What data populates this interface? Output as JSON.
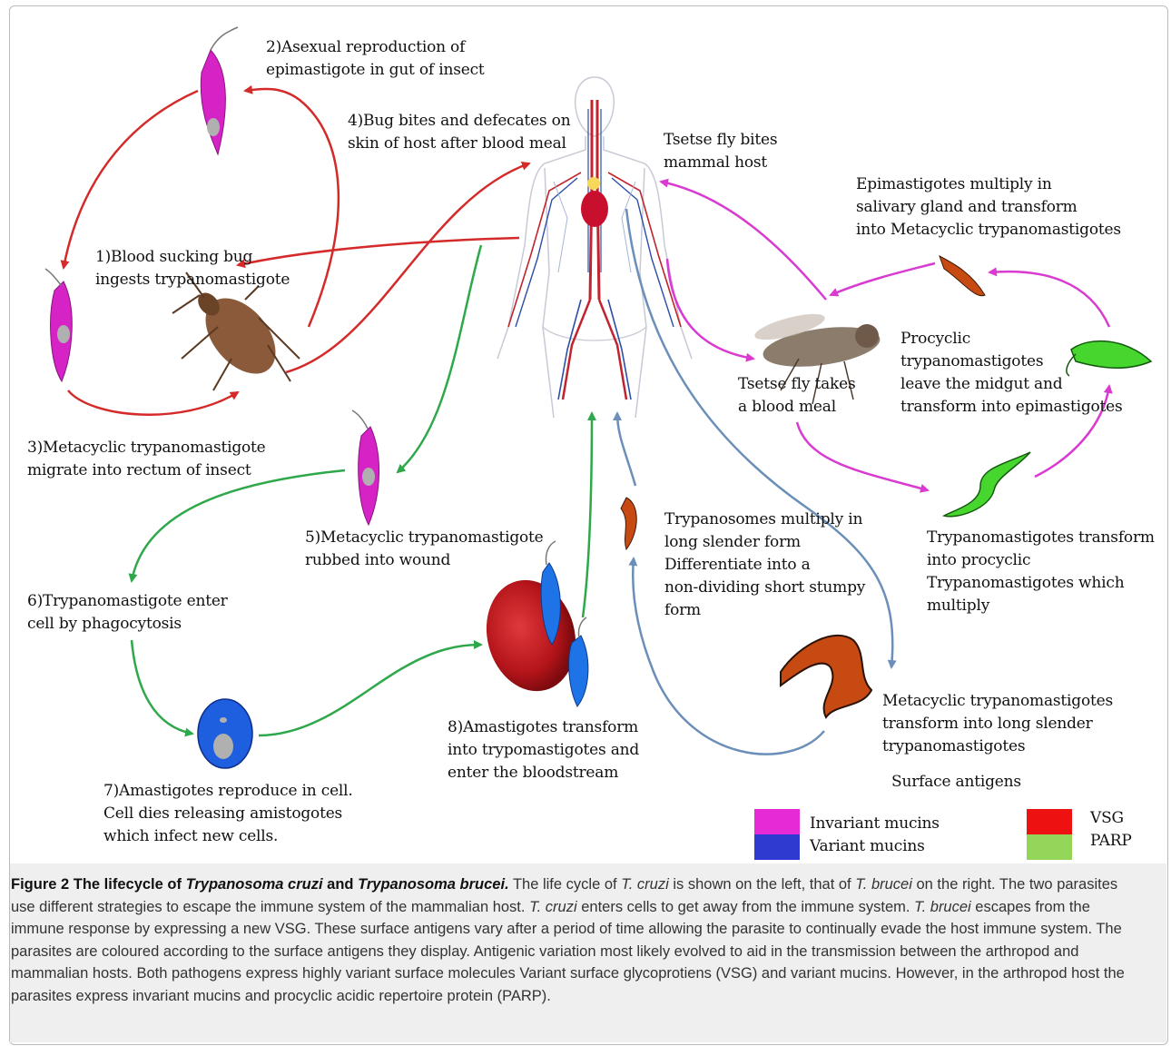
{
  "labels": {
    "step2": "2)Asexual reproduction of\nepimastigote in gut of insect",
    "step4": "4)Bug bites and defecates on\nskin of host after blood meal",
    "step1": "1)Blood sucking bug\ningests trypanomastigote",
    "step3": "3)Metacyclic trypanomastigote\nmigrate into rectum of insect",
    "step5": "5)Metacyclic trypanomastigote\nrubbed into wound",
    "step6": "6)Trypanomastigote enter\ncell by phagocytosis",
    "step7": "7)Amastigotes reproduce in cell.\nCell dies releasing amistogotes\nwhich infect new cells.",
    "step8": "8)Amastigotes transform\ninto trypomastigotes and\nenter the bloodstream",
    "tsetse_bites": "Tsetse fly bites\nmammal host",
    "epimastigotes_multiply": "Epimastigotes multiply in\nsalivary gland and transform\ninto Metacyclic trypanomastigotes",
    "procyclic_leave": "Procyclic\ntrypanomastigotes\n leave the midgut and\ntransform into epimastigotes",
    "tsetse_meal": "Tsetse fly takes\n a blood meal",
    "trypanosomes_multiply": "Trypanosomes multiply in\nlong slender form\nDifferentiate into a\nnon-dividing short stumpy\nform",
    "trypo_transform": "Trypanomastigotes transform\n into  procyclic\nTrypanomastigotes which\nmultiply",
    "metacyclic_transform": "Metacyclic trypanomastigotes\ntransform into long slender\ntrypanomastigotes"
  },
  "legend": {
    "title": "Surface antigens",
    "items": [
      {
        "label": "Invariant mucins",
        "color": "#e62ad6"
      },
      {
        "label": "Variant mucins",
        "color": "#2f3bd0"
      },
      {
        "label": "VSG",
        "color": "#ee1111"
      },
      {
        "label": "PARP",
        "color": "#93d65a"
      }
    ]
  },
  "caption": {
    "lead": "Figure 2 The lifecycle of ",
    "sp1": "Trypanosoma cruzi",
    "and": " and ",
    "sp2": "Trypanosoma brucei.",
    "t1": " The life cycle of ",
    "tc": "T. cruzi",
    "t2": " is shown on the left, that of ",
    "tb": "T. brucei",
    "t3": " on the right. The two parasites use different strategies to escape the immune system of the mammalian host. ",
    "tc2": "T. cruzi",
    "t4": " enters cells to get away from the immune system. ",
    "tb2": "T. brucei",
    "t5": " escapes from the immune response by expressing a new VSG. These surface antigens vary after a period of time allowing the parasite to continually evade the host immune system. The parasites are coloured according to the surface antigens they display. Antigenic variation most likely evolved to aid in the transmission between the arthropod and mammalian hosts. Both pathogens express highly variant surface molecules Variant surface glycoprotiens (VSG) and variant mucins. However, in the arthropod host the parasites express invariant mucins and procyclic acidic repertoire protein (PARP)."
  },
  "colors": {
    "red_arrow": "#d42a2a",
    "green_arrow": "#2ea84a",
    "magenta_arrow": "#d93bd0",
    "blue_arrow": "#6b8fb8"
  }
}
